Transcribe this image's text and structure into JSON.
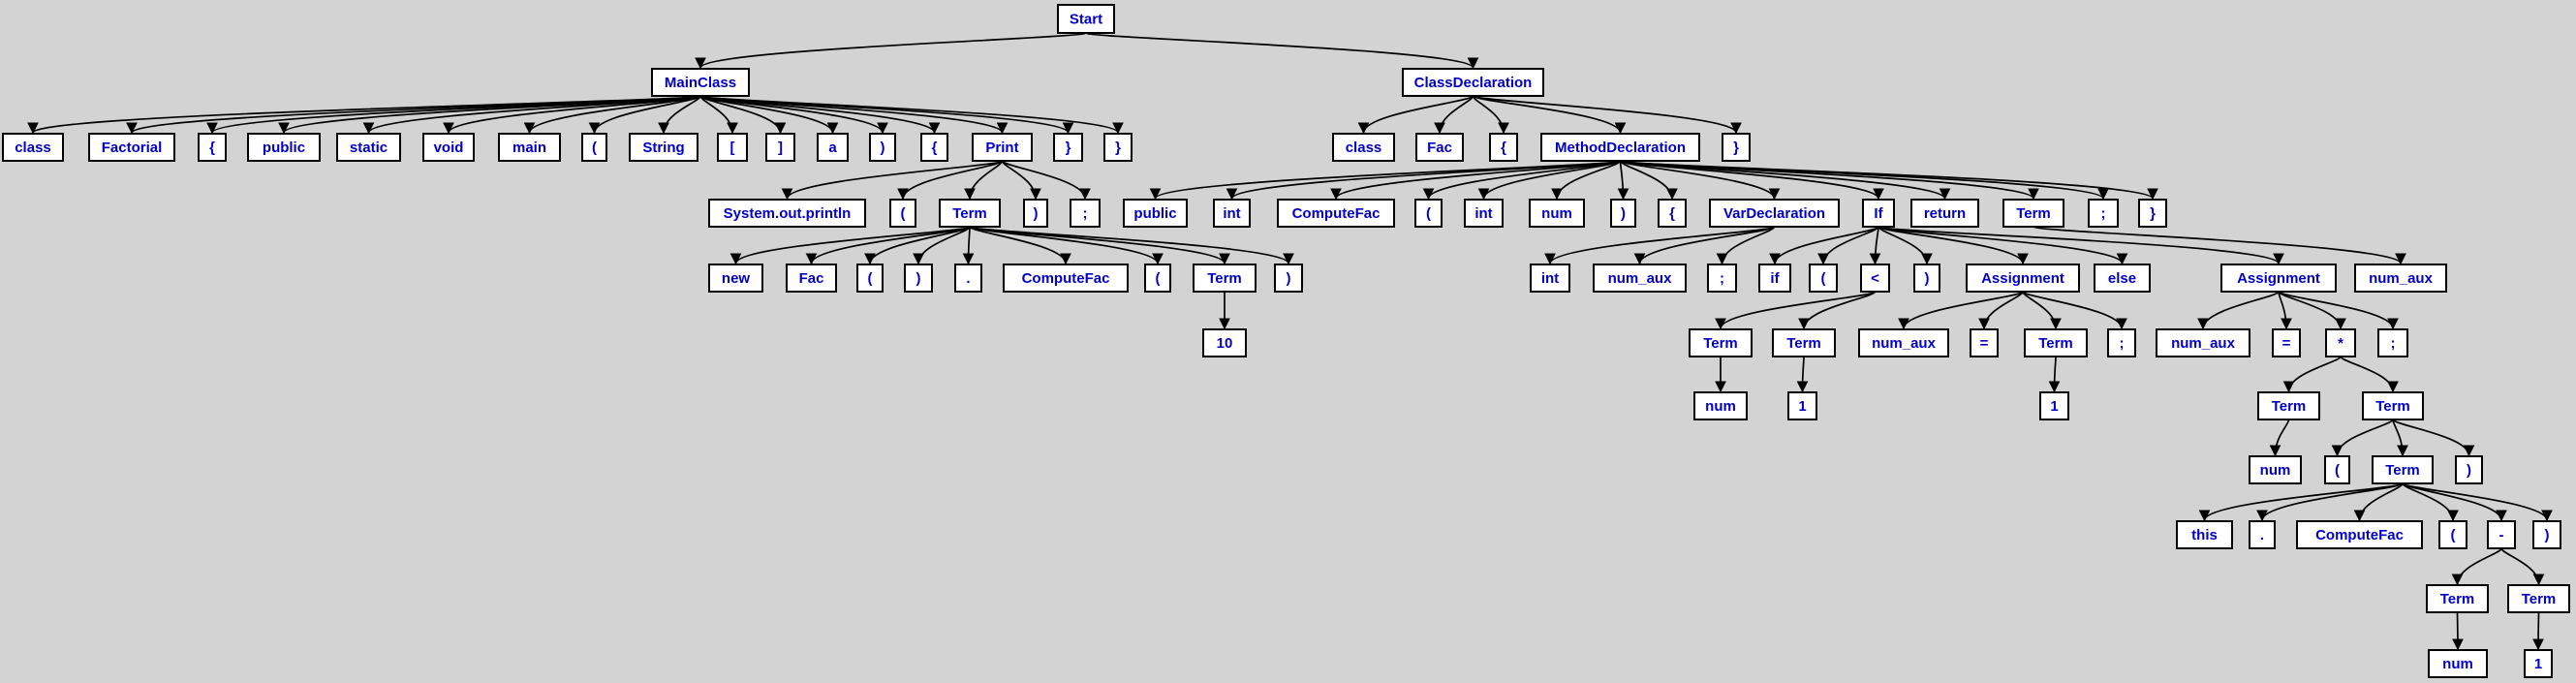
{
  "colors": {
    "background": "#d3d3d3",
    "node_fill": "#ffffff",
    "node_border": "#000000",
    "label": "#0000c8",
    "edge": "#000000"
  },
  "tree": {
    "nodes": [
      {
        "id": 0,
        "label": "Start",
        "parent": null
      },
      {
        "id": 1,
        "label": "MainClass",
        "parent": 0
      },
      {
        "id": 2,
        "label": "ClassDeclaration",
        "parent": 0
      },
      {
        "id": 3,
        "label": "class",
        "parent": 1
      },
      {
        "id": 4,
        "label": "Factorial",
        "parent": 1
      },
      {
        "id": 5,
        "label": "{",
        "parent": 1
      },
      {
        "id": 6,
        "label": "public",
        "parent": 1
      },
      {
        "id": 7,
        "label": "static",
        "parent": 1
      },
      {
        "id": 8,
        "label": "void",
        "parent": 1
      },
      {
        "id": 9,
        "label": "main",
        "parent": 1
      },
      {
        "id": 10,
        "label": "(",
        "parent": 1
      },
      {
        "id": 11,
        "label": "String",
        "parent": 1
      },
      {
        "id": 12,
        "label": "[",
        "parent": 1
      },
      {
        "id": 13,
        "label": "]",
        "parent": 1
      },
      {
        "id": 14,
        "label": "a",
        "parent": 1
      },
      {
        "id": 15,
        "label": ")",
        "parent": 1
      },
      {
        "id": 16,
        "label": "{",
        "parent": 1
      },
      {
        "id": 17,
        "label": "Print",
        "parent": 1
      },
      {
        "id": 18,
        "label": "}",
        "parent": 1
      },
      {
        "id": 19,
        "label": "}",
        "parent": 1
      },
      {
        "id": 20,
        "label": "class",
        "parent": 2
      },
      {
        "id": 21,
        "label": "Fac",
        "parent": 2
      },
      {
        "id": 22,
        "label": "{",
        "parent": 2
      },
      {
        "id": 23,
        "label": "MethodDeclaration",
        "parent": 2
      },
      {
        "id": 24,
        "label": "}",
        "parent": 2
      },
      {
        "id": 25,
        "label": "System.out.println",
        "parent": 17
      },
      {
        "id": 26,
        "label": "(",
        "parent": 17
      },
      {
        "id": 27,
        "label": "Term",
        "parent": 17
      },
      {
        "id": 28,
        "label": ")",
        "parent": 17
      },
      {
        "id": 29,
        "label": ";",
        "parent": 17
      },
      {
        "id": 30,
        "label": "public",
        "parent": 23
      },
      {
        "id": 31,
        "label": "int",
        "parent": 23
      },
      {
        "id": 32,
        "label": "ComputeFac",
        "parent": 23
      },
      {
        "id": 33,
        "label": "(",
        "parent": 23
      },
      {
        "id": 34,
        "label": "int",
        "parent": 23
      },
      {
        "id": 35,
        "label": "num",
        "parent": 23
      },
      {
        "id": 36,
        "label": ")",
        "parent": 23
      },
      {
        "id": 37,
        "label": "{",
        "parent": 23
      },
      {
        "id": 38,
        "label": "VarDeclaration",
        "parent": 23
      },
      {
        "id": 39,
        "label": "If",
        "parent": 23
      },
      {
        "id": 40,
        "label": "return",
        "parent": 23
      },
      {
        "id": 41,
        "label": "Term",
        "parent": 23
      },
      {
        "id": 42,
        "label": ";",
        "parent": 23
      },
      {
        "id": 43,
        "label": "}",
        "parent": 23
      },
      {
        "id": 44,
        "label": "new",
        "parent": 27
      },
      {
        "id": 45,
        "label": "Fac",
        "parent": 27
      },
      {
        "id": 46,
        "label": "(",
        "parent": 27
      },
      {
        "id": 47,
        "label": ")",
        "parent": 27
      },
      {
        "id": 48,
        "label": ".",
        "parent": 27
      },
      {
        "id": 49,
        "label": "ComputeFac",
        "parent": 27
      },
      {
        "id": 50,
        "label": "(",
        "parent": 27
      },
      {
        "id": 51,
        "label": "Term",
        "parent": 27
      },
      {
        "id": 52,
        "label": ")",
        "parent": 27
      },
      {
        "id": 53,
        "label": "int",
        "parent": 38
      },
      {
        "id": 54,
        "label": "num_aux",
        "parent": 38
      },
      {
        "id": 55,
        "label": ";",
        "parent": 38
      },
      {
        "id": 56,
        "label": "if",
        "parent": 39
      },
      {
        "id": 57,
        "label": "(",
        "parent": 39
      },
      {
        "id": 58,
        "label": "<",
        "parent": 39
      },
      {
        "id": 59,
        "label": ")",
        "parent": 39
      },
      {
        "id": 60,
        "label": "Assignment",
        "parent": 39
      },
      {
        "id": 61,
        "label": "else",
        "parent": 39
      },
      {
        "id": 62,
        "label": "Assignment",
        "parent": 39
      },
      {
        "id": 63,
        "label": "num_aux",
        "parent": 41
      },
      {
        "id": 64,
        "label": "10",
        "parent": 51
      },
      {
        "id": 65,
        "label": "Term",
        "parent": 58
      },
      {
        "id": 66,
        "label": "Term",
        "parent": 58
      },
      {
        "id": 67,
        "label": "num_aux",
        "parent": 60
      },
      {
        "id": 68,
        "label": "=",
        "parent": 60
      },
      {
        "id": 69,
        "label": "Term",
        "parent": 60
      },
      {
        "id": 70,
        "label": ";",
        "parent": 60
      },
      {
        "id": 71,
        "label": "num_aux",
        "parent": 62
      },
      {
        "id": 72,
        "label": "=",
        "parent": 62
      },
      {
        "id": 73,
        "label": "*",
        "parent": 62
      },
      {
        "id": 74,
        "label": ";",
        "parent": 62
      },
      {
        "id": 75,
        "label": "num",
        "parent": 65
      },
      {
        "id": 76,
        "label": "1",
        "parent": 66
      },
      {
        "id": 77,
        "label": "1",
        "parent": 69
      },
      {
        "id": 78,
        "label": "Term",
        "parent": 73
      },
      {
        "id": 79,
        "label": "Term",
        "parent": 73
      },
      {
        "id": 80,
        "label": "num",
        "parent": 78
      },
      {
        "id": 81,
        "label": "(",
        "parent": 79
      },
      {
        "id": 82,
        "label": "Term",
        "parent": 79
      },
      {
        "id": 83,
        "label": ")",
        "parent": 79
      },
      {
        "id": 84,
        "label": "this",
        "parent": 82
      },
      {
        "id": 85,
        "label": ".",
        "parent": 82
      },
      {
        "id": 86,
        "label": "ComputeFac",
        "parent": 82
      },
      {
        "id": 87,
        "label": "(",
        "parent": 82
      },
      {
        "id": 88,
        "label": "-",
        "parent": 82
      },
      {
        "id": 89,
        "label": ")",
        "parent": 82
      },
      {
        "id": 90,
        "label": "Term",
        "parent": 88
      },
      {
        "id": 91,
        "label": "Term",
        "parent": 88
      },
      {
        "id": 92,
        "label": "num",
        "parent": 90
      },
      {
        "id": 93,
        "label": "1",
        "parent": 91
      }
    ]
  }
}
